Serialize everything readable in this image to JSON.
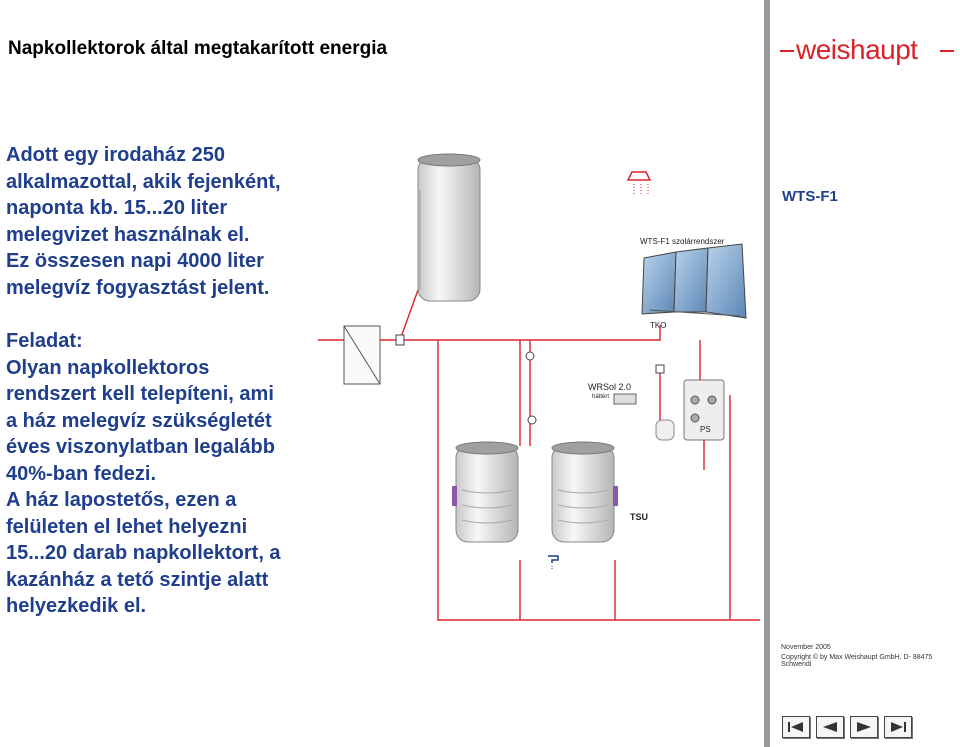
{
  "header": {
    "title": "Napkollektorok által megtakarított energia",
    "logo_text": "weishaupt"
  },
  "intro_lines": [
    "Adott egy irodaház 250",
    "alkalmazottal, akik fejenként,",
    "naponta kb. 15...20 liter",
    "melegvizet használnak el.",
    "Ez összesen napi 4000 liter",
    "melegvíz fogyasztást jelent."
  ],
  "task_lines": [
    "Feladat:",
    "Olyan napkollektoros",
    "rendszert kell telepíteni, ami",
    "a ház melegvíz szükségletét",
    "éves viszonylatban legalább",
    "40%-ban fedezi.",
    "A ház lapostetős, ezen a",
    "felületen el lehet helyezni",
    "15...20 darab napkollektort, a",
    "kazánház a tető szintje alatt",
    "helyezkedik el."
  ],
  "diagram": {
    "wts_system_label": "WTS-F1 szolárrendszer",
    "tko_label": "TKO",
    "wrsol_label": "WRSol 2.0",
    "wrsol_sub": "háttért",
    "ps_label": "PS",
    "tsu_label": "TSU"
  },
  "sidebar": {
    "product_label": "WTS-F1",
    "footer_date": "November 2005",
    "footer_copyright": "Copyright © by Max Weishaupt GmbH, D- 88475 Schwendi"
  },
  "nav": {
    "first": "first-icon",
    "prev": "prev-icon",
    "next": "next-icon",
    "last": "last-icon"
  },
  "colors": {
    "text_blue": "#1f3e8c",
    "pipe_red": "#d8232a",
    "accent_purple": "#8a5aa8"
  }
}
